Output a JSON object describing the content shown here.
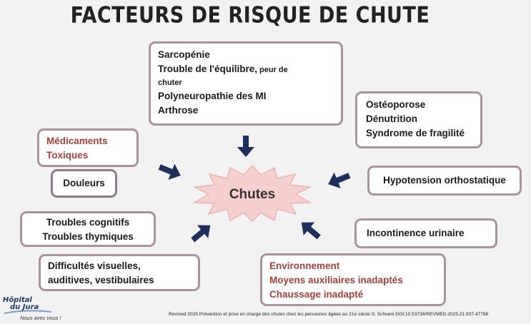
{
  "title": "FACTEURS DE RISQUE DE CHUTE",
  "center_label": "Chutes",
  "boxes": {
    "top": {
      "line1": "Sarcopénie",
      "line2_main": "Trouble de l'équilibre,",
      "line2_small": " peur de",
      "line3_small": "chuter",
      "line4": "Polyneuropathie des MI",
      "line5": "Arthrose"
    },
    "top_right": [
      "Ostéoporose",
      "Dénutrition",
      "Syndrome de fragilité"
    ],
    "medications": [
      "Médicaments",
      "Toxiques"
    ],
    "pain": "Douleurs",
    "hypotension": "Hypotension orthostatique",
    "cognitive": [
      "Troubles cognitifs",
      "Troubles thymiques"
    ],
    "incontinence": "Incontinence urinaire",
    "sensory": [
      "Difficultés visuelles,",
      "auditives, vestibulaires"
    ],
    "environment": [
      "Environnement",
      "Moyens auxiliaires inadaptés",
      "Chaussage inadapté"
    ]
  },
  "footer": "Revmed 2025 Prévention et prise en charge des chutes chez les personnes âgées au 21e siècle S. Schoeni DOI:10.53738/REVMED.2025.21.937.47788",
  "logo": {
    "name_line1": "Hôpital",
    "name_line2": "du Jura",
    "tagline": "Nous avec vous !"
  },
  "colors": {
    "box_border": "#a8939f",
    "arrow": "#1f2f5c",
    "star_fill": "#f6cfcf",
    "red_text": "#a8403a"
  }
}
